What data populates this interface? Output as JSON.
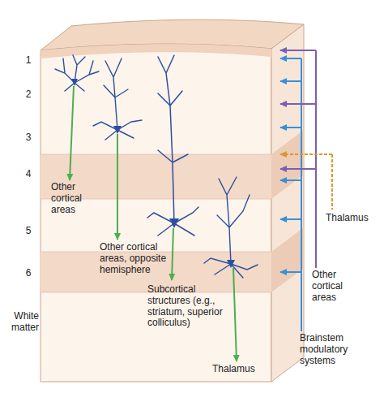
{
  "diagram": {
    "labels": [
      "1",
      "2",
      "3",
      "4",
      "5",
      "6",
      "White matter",
      "Other cortical areas",
      "Other cortical areas, opposite hemisphere",
      "Subcortical structures (e.g., striatum, superior colliculus)",
      "Thalamus",
      "Thalamus",
      "Other cortical areas",
      "Brainstem modulatory systems"
    ]
  }
}
